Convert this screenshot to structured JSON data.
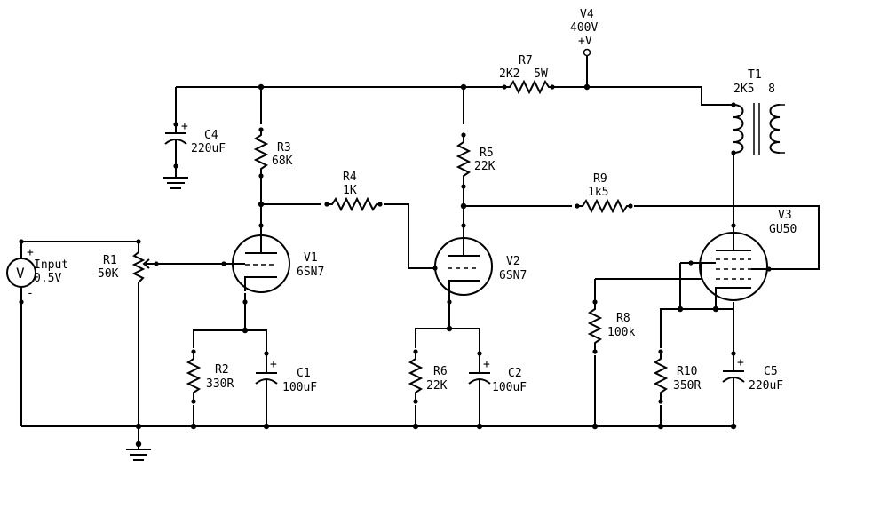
{
  "components": {
    "input": {
      "label": "Input",
      "value": "0.5V",
      "symbol": "V",
      "plus": "+",
      "minus": "-"
    },
    "r1": {
      "name": "R1",
      "value": "50K"
    },
    "r2": {
      "name": "R2",
      "value": "330R"
    },
    "c1": {
      "name": "C1",
      "value": "100uF"
    },
    "r3": {
      "name": "R3",
      "value": "68K"
    },
    "c4": {
      "name": "C4",
      "value": "220uF"
    },
    "v1": {
      "name": "V1",
      "value": "6SN7"
    },
    "r4": {
      "name": "R4",
      "value": "1K"
    },
    "r5": {
      "name": "R5",
      "value": "22K"
    },
    "v2": {
      "name": "V2",
      "value": "6SN7"
    },
    "r6": {
      "name": "R6",
      "value": "22K"
    },
    "c2": {
      "name": "C2",
      "value": "100uF"
    },
    "r7": {
      "name": "R7",
      "value": "2K2  5W"
    },
    "v4": {
      "name": "V4",
      "value": "400V",
      "terminal": "+V"
    },
    "r9": {
      "name": "R9",
      "value": "1k5"
    },
    "t1": {
      "name": "T1",
      "value": "2K5  8"
    },
    "v3": {
      "name": "V3",
      "value": "GU50"
    },
    "r8": {
      "name": "R8",
      "value": "100k"
    },
    "r10": {
      "name": "R10",
      "value": "350R"
    },
    "c5": {
      "name": "C5",
      "value": "220uF"
    }
  },
  "polarity": {
    "plus": "+"
  }
}
